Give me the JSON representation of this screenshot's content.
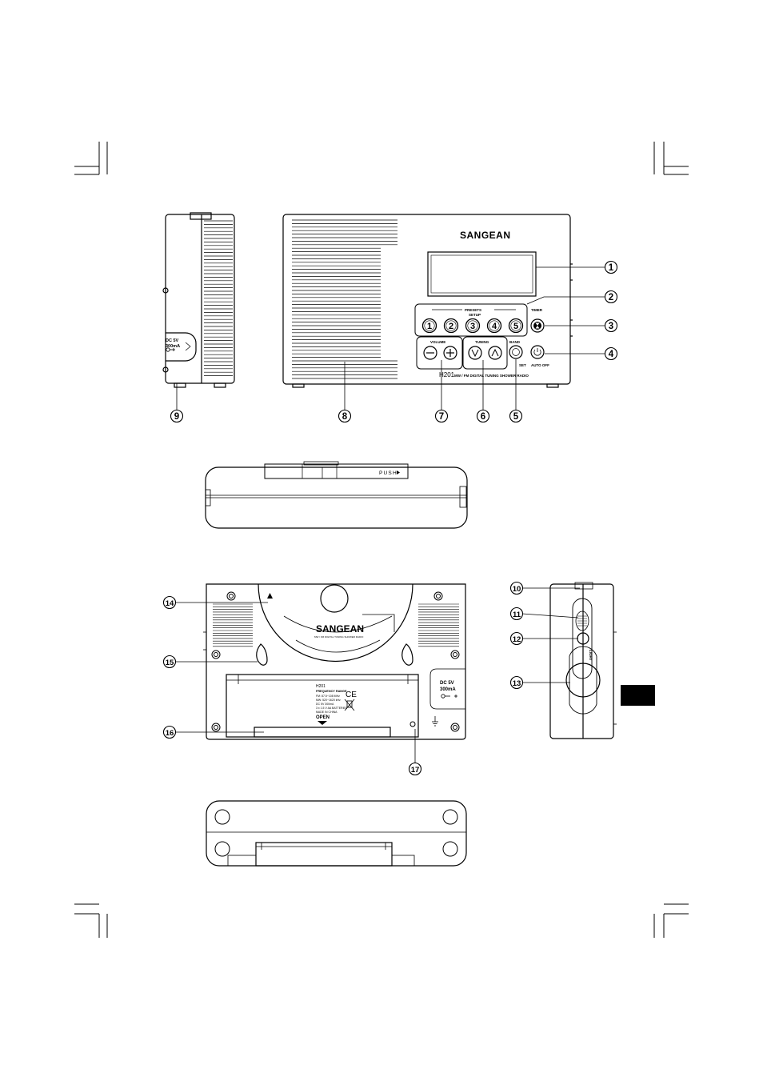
{
  "brand": "SANGEAN",
  "front": {
    "model_line_model": "H201",
    "model_line_desc": "MW / FM DIGITAL TUNING SHOWER RADIO",
    "presets_label": "PRESETS",
    "presets_sub": "SETUP",
    "timer_label": "TIMER",
    "volume_label": "VOLUME",
    "tuning_label": "TUNING",
    "band_label": "BAND",
    "band_sub": "SET",
    "power_sub": "AUTO OFF",
    "preset_buttons": [
      "1",
      "2",
      "3",
      "4",
      "5"
    ]
  },
  "side_left": {
    "jack_label_1": "DC 5V",
    "jack_label_2": "300mA"
  },
  "top": {
    "push_label": "PUSH"
  },
  "back": {
    "label_model": "H201",
    "label_freq_title": "FREQUENCY RANGE",
    "label_line_1": "FM: 87.5~108 MHz",
    "label_line_2": "MW: 520~1620 kHz",
    "label_line_3": "DC 5V 300mA",
    "label_line_4": "3 x 1.5 V AA BATTERIES",
    "label_line_5": "MADE IN CHINA",
    "ce_mark": "CE",
    "open_label": "OPEN",
    "sub_label": "MW / FM DIGITAL TUNING SHOWER RADIO",
    "dc_label_1": "DC 5V",
    "dc_label_2": "300mA"
  },
  "side_right": {
    "light_label": "LIGHT"
  },
  "callouts": [
    "1",
    "2",
    "3",
    "4",
    "5",
    "6",
    "7",
    "8",
    "9",
    "10",
    "11",
    "12",
    "13",
    "14",
    "15",
    "16",
    "17"
  ],
  "colors": {
    "ink": "#000000",
    "paper": "#ffffff",
    "tab": "#000000"
  }
}
